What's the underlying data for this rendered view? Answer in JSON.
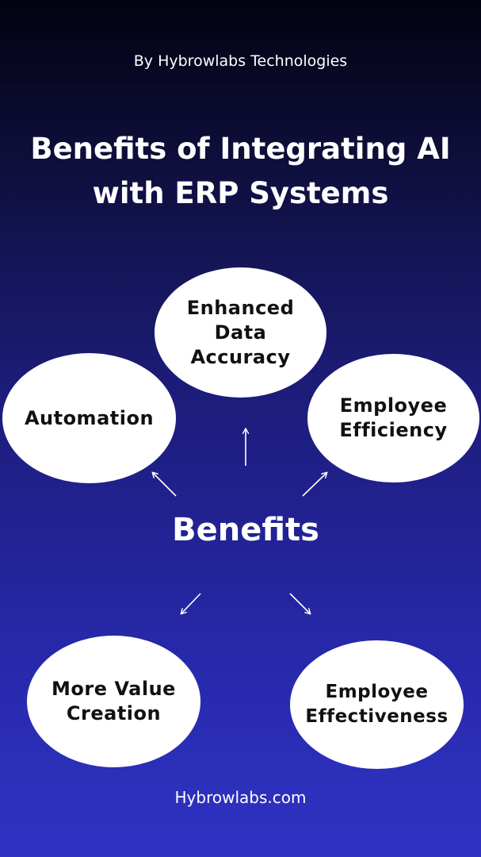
{
  "byline": "By Hybrowlabs Technologies",
  "title": {
    "line1": "Benefits of Integrating AI",
    "line2": "with ERP Systems"
  },
  "center": "Benefits",
  "nodes": {
    "accuracy": [
      "Enhanced",
      "Data",
      "Accuracy"
    ],
    "automation": [
      "Automation"
    ],
    "efficiency": [
      "Employee",
      "Efficiency"
    ],
    "value_creation": [
      "More Value",
      "Creation"
    ],
    "effectiveness": [
      "Employee",
      "Effectiveness"
    ]
  },
  "footer": "Hybrowlabs.com",
  "colors": {
    "background_top": "#020210",
    "background_bottom": "#2f33c4",
    "node_fill": "#ffffff",
    "node_text": "#111111",
    "arrow": "#ffffff"
  }
}
